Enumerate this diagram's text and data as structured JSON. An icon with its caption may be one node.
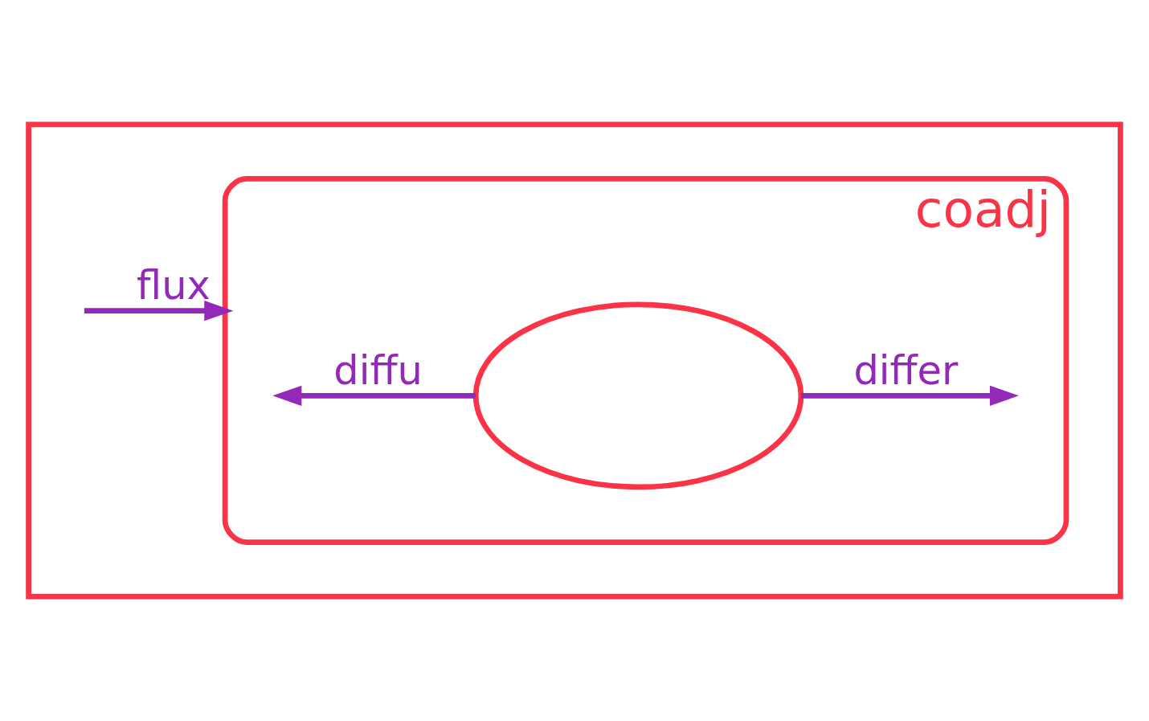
{
  "diagram": {
    "nodes": [
      {
        "text": [],
        "shape": "box"
      },
      {
        "text": [
          "coadj"
        ],
        "in": 0
      },
      {
        "text": [],
        "shape": "ellipse",
        "in": 1
      }
    ],
    "edges": [
      {
        "from": 2,
        "to": null,
        "arrow": "to",
        "label": "differ"
      },
      {
        "from": 2,
        "to": null,
        "arrow": "to",
        "label": "diffu"
      },
      {
        "from": null,
        "to": 1,
        "arrow": "to",
        "label": "flux"
      }
    ]
  }
}
